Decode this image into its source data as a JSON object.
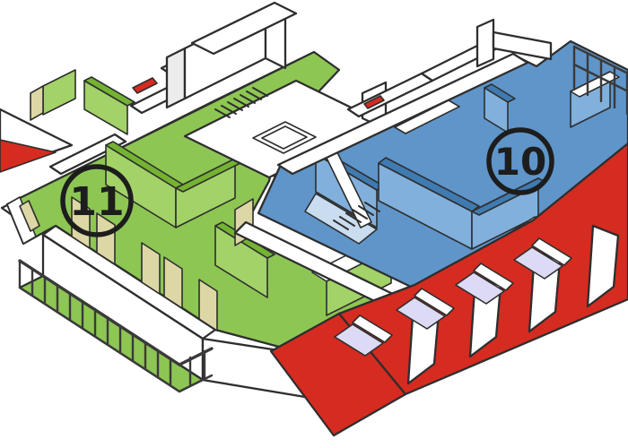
{
  "diagram": {
    "kind": "axonometric floor plan",
    "units": [
      {
        "id": "unit-11",
        "label": "11",
        "zone": "left wing",
        "color_key": "green_floor"
      },
      {
        "id": "unit-10",
        "label": "10",
        "zone": "right wing",
        "color_key": "blue_floor"
      }
    ],
    "features": {
      "roof": "red sloped roof planes with dormers",
      "dormer_floors": "lavender",
      "doors": "tan panels",
      "balcony": "green floor with dark railing",
      "stair_core": "white center core with stair hatching"
    }
  },
  "palette": {
    "background": "#ffffff",
    "outline": "#2e2e2e",
    "green_floor": "#8dc653",
    "green_wall": "#a2d268",
    "green_dark": "#74b332",
    "blue_floor": "#5f95c9",
    "blue_wall": "#82b0dc",
    "blue_dark": "#3f7bb0",
    "blue_light": "#c9dcf0",
    "red_roof": "#d62b20",
    "tan_door": "#ddd7a6",
    "lavender_floor": "#dcdaf4",
    "wall_white": "#ffffff",
    "wall_shade": "#ececec"
  }
}
